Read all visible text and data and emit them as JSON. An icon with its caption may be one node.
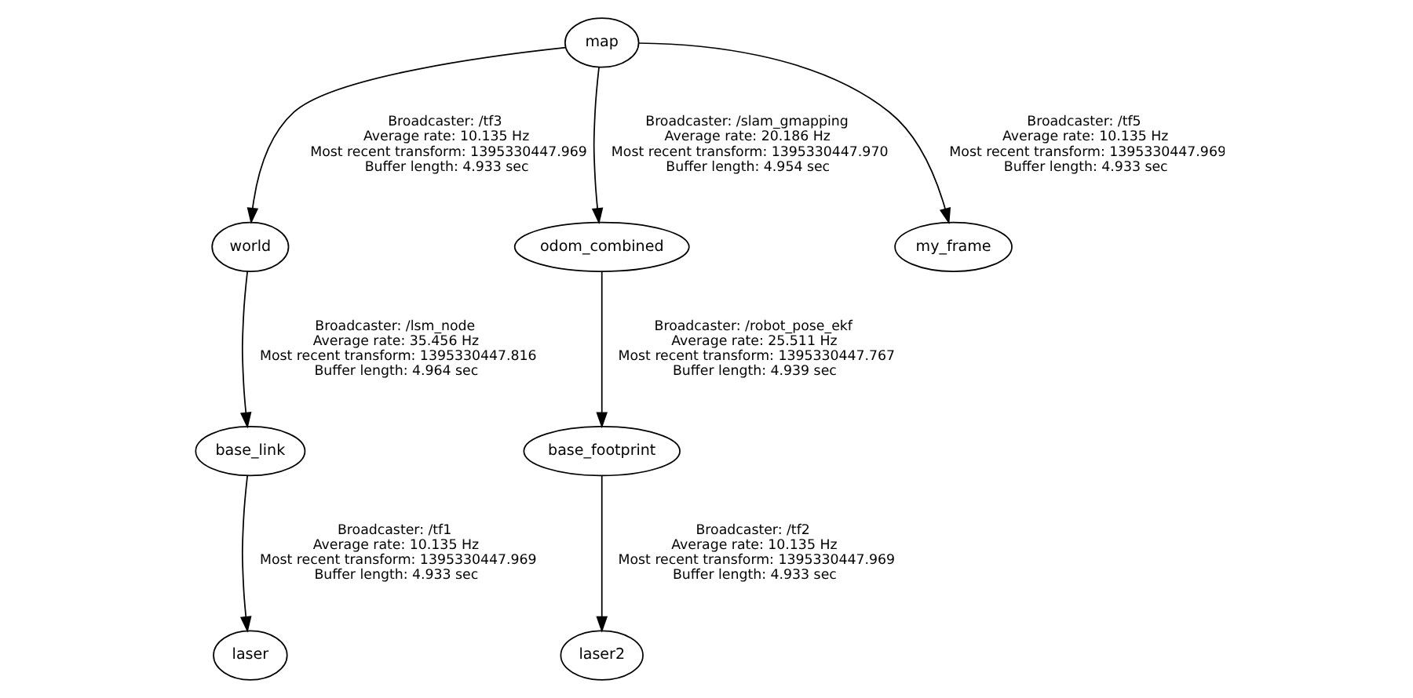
{
  "diagram": {
    "nodes": [
      {
        "text": [
          "map"
        ]
      },
      {
        "text": [
          "world"
        ]
      },
      {
        "text": [
          "odom_combined"
        ]
      },
      {
        "text": [
          "my_frame"
        ]
      },
      {
        "text": [
          "base_link"
        ]
      },
      {
        "text": [
          "base_footprint"
        ]
      },
      {
        "text": [
          "laser"
        ]
      },
      {
        "text": [
          "laser2"
        ]
      }
    ],
    "edges": [
      {
        "from": 0,
        "to": 1,
        "arrow": "to",
        "label": "Broadcaster: /tf3 Average rate: 10.135 Hz Most recent transform: 1395330447.969 Buffer length: 4.933 sec"
      },
      {
        "from": 0,
        "to": 2,
        "arrow": "to",
        "label": "Broadcaster: /slam_gmapping Average rate: 20.186 Hz Most recent transform: 1395330447.970 Buffer length: 4.954 sec"
      },
      {
        "from": 0,
        "to": 3,
        "arrow": "to",
        "label": "Broadcaster: /tf5 Average rate: 10.135 Hz Most recent transform: 1395330447.969 Buffer length: 4.933 sec"
      },
      {
        "from": 1,
        "to": 4,
        "arrow": "to",
        "label": "Broadcaster: /lsm_node Average rate: 35.456 Hz Most recent transform: 1395330447.816 Buffer length: 4.964 sec"
      },
      {
        "from": 2,
        "to": 5,
        "arrow": "to",
        "label": "Broadcaster: /robot_pose_ekf Average rate: 25.511 Hz Most recent transform: 1395330447.767 Buffer length: 4.939 sec"
      },
      {
        "from": 4,
        "to": 6,
        "arrow": "to",
        "label": "Broadcaster: /tf1 Average rate: 10.135 Hz Most recent transform: 1395330447.969 Buffer length: 4.933 sec"
      },
      {
        "from": 5,
        "to": 7,
        "arrow": "to",
        "label": "Broadcaster: /tf2 Average rate: 10.135 Hz Most recent transform: 1395330447.969 Buffer length: 4.933 sec"
      }
    ]
  }
}
